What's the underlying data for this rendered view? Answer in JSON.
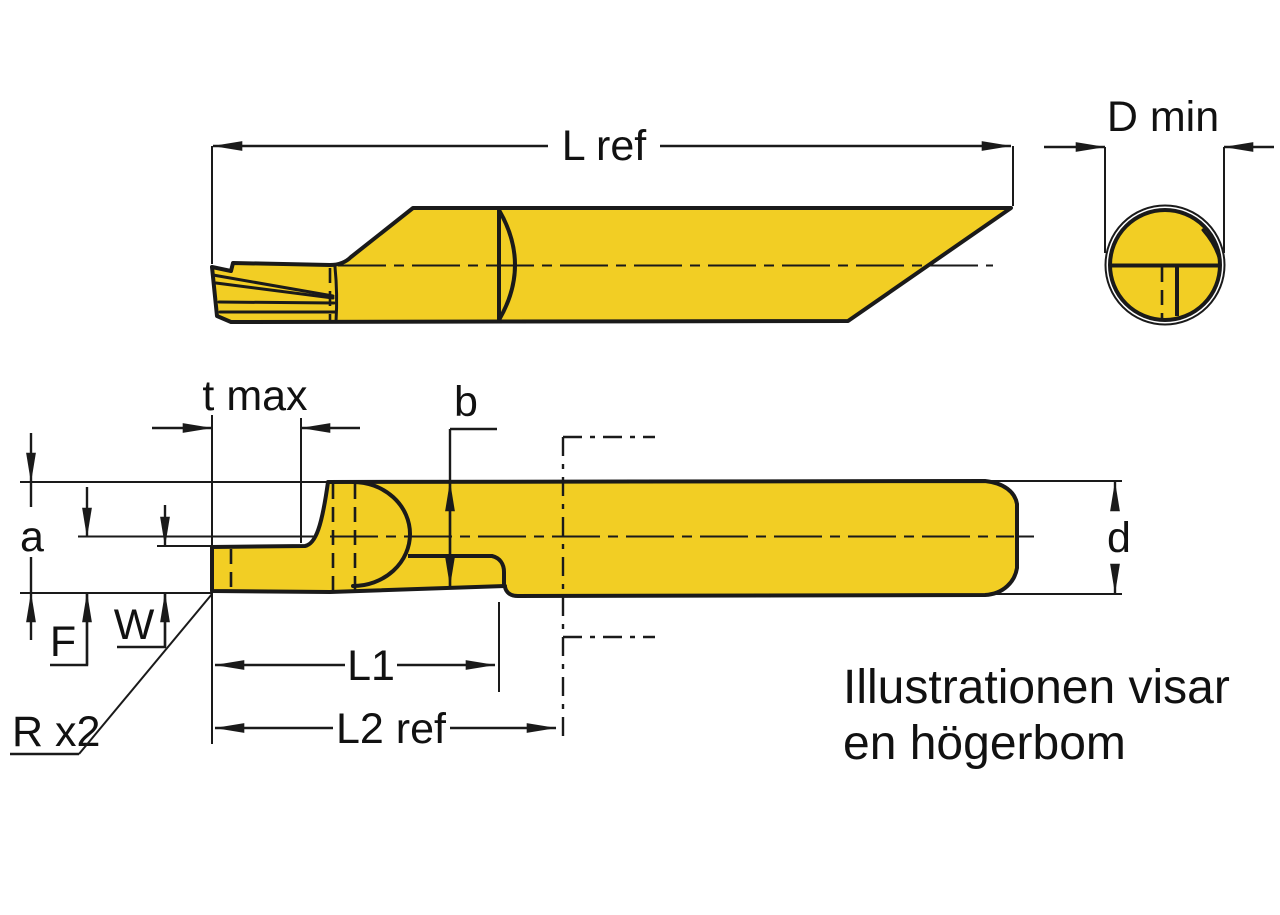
{
  "labels": {
    "l_ref": "L ref",
    "d_min": "D min",
    "t_max": "t max",
    "b": "b",
    "a": "a",
    "f": "F",
    "w": "W",
    "r_x2": "R x2",
    "l1": "L1",
    "l2_ref": "L2 ref",
    "d": "d"
  },
  "note": {
    "line1": "Illustrationen visar",
    "line2": "en högerbom"
  },
  "colors": {
    "tool_fill": "#F2CE24",
    "line": "#1A1A1A",
    "background": "#FFFFFF"
  }
}
